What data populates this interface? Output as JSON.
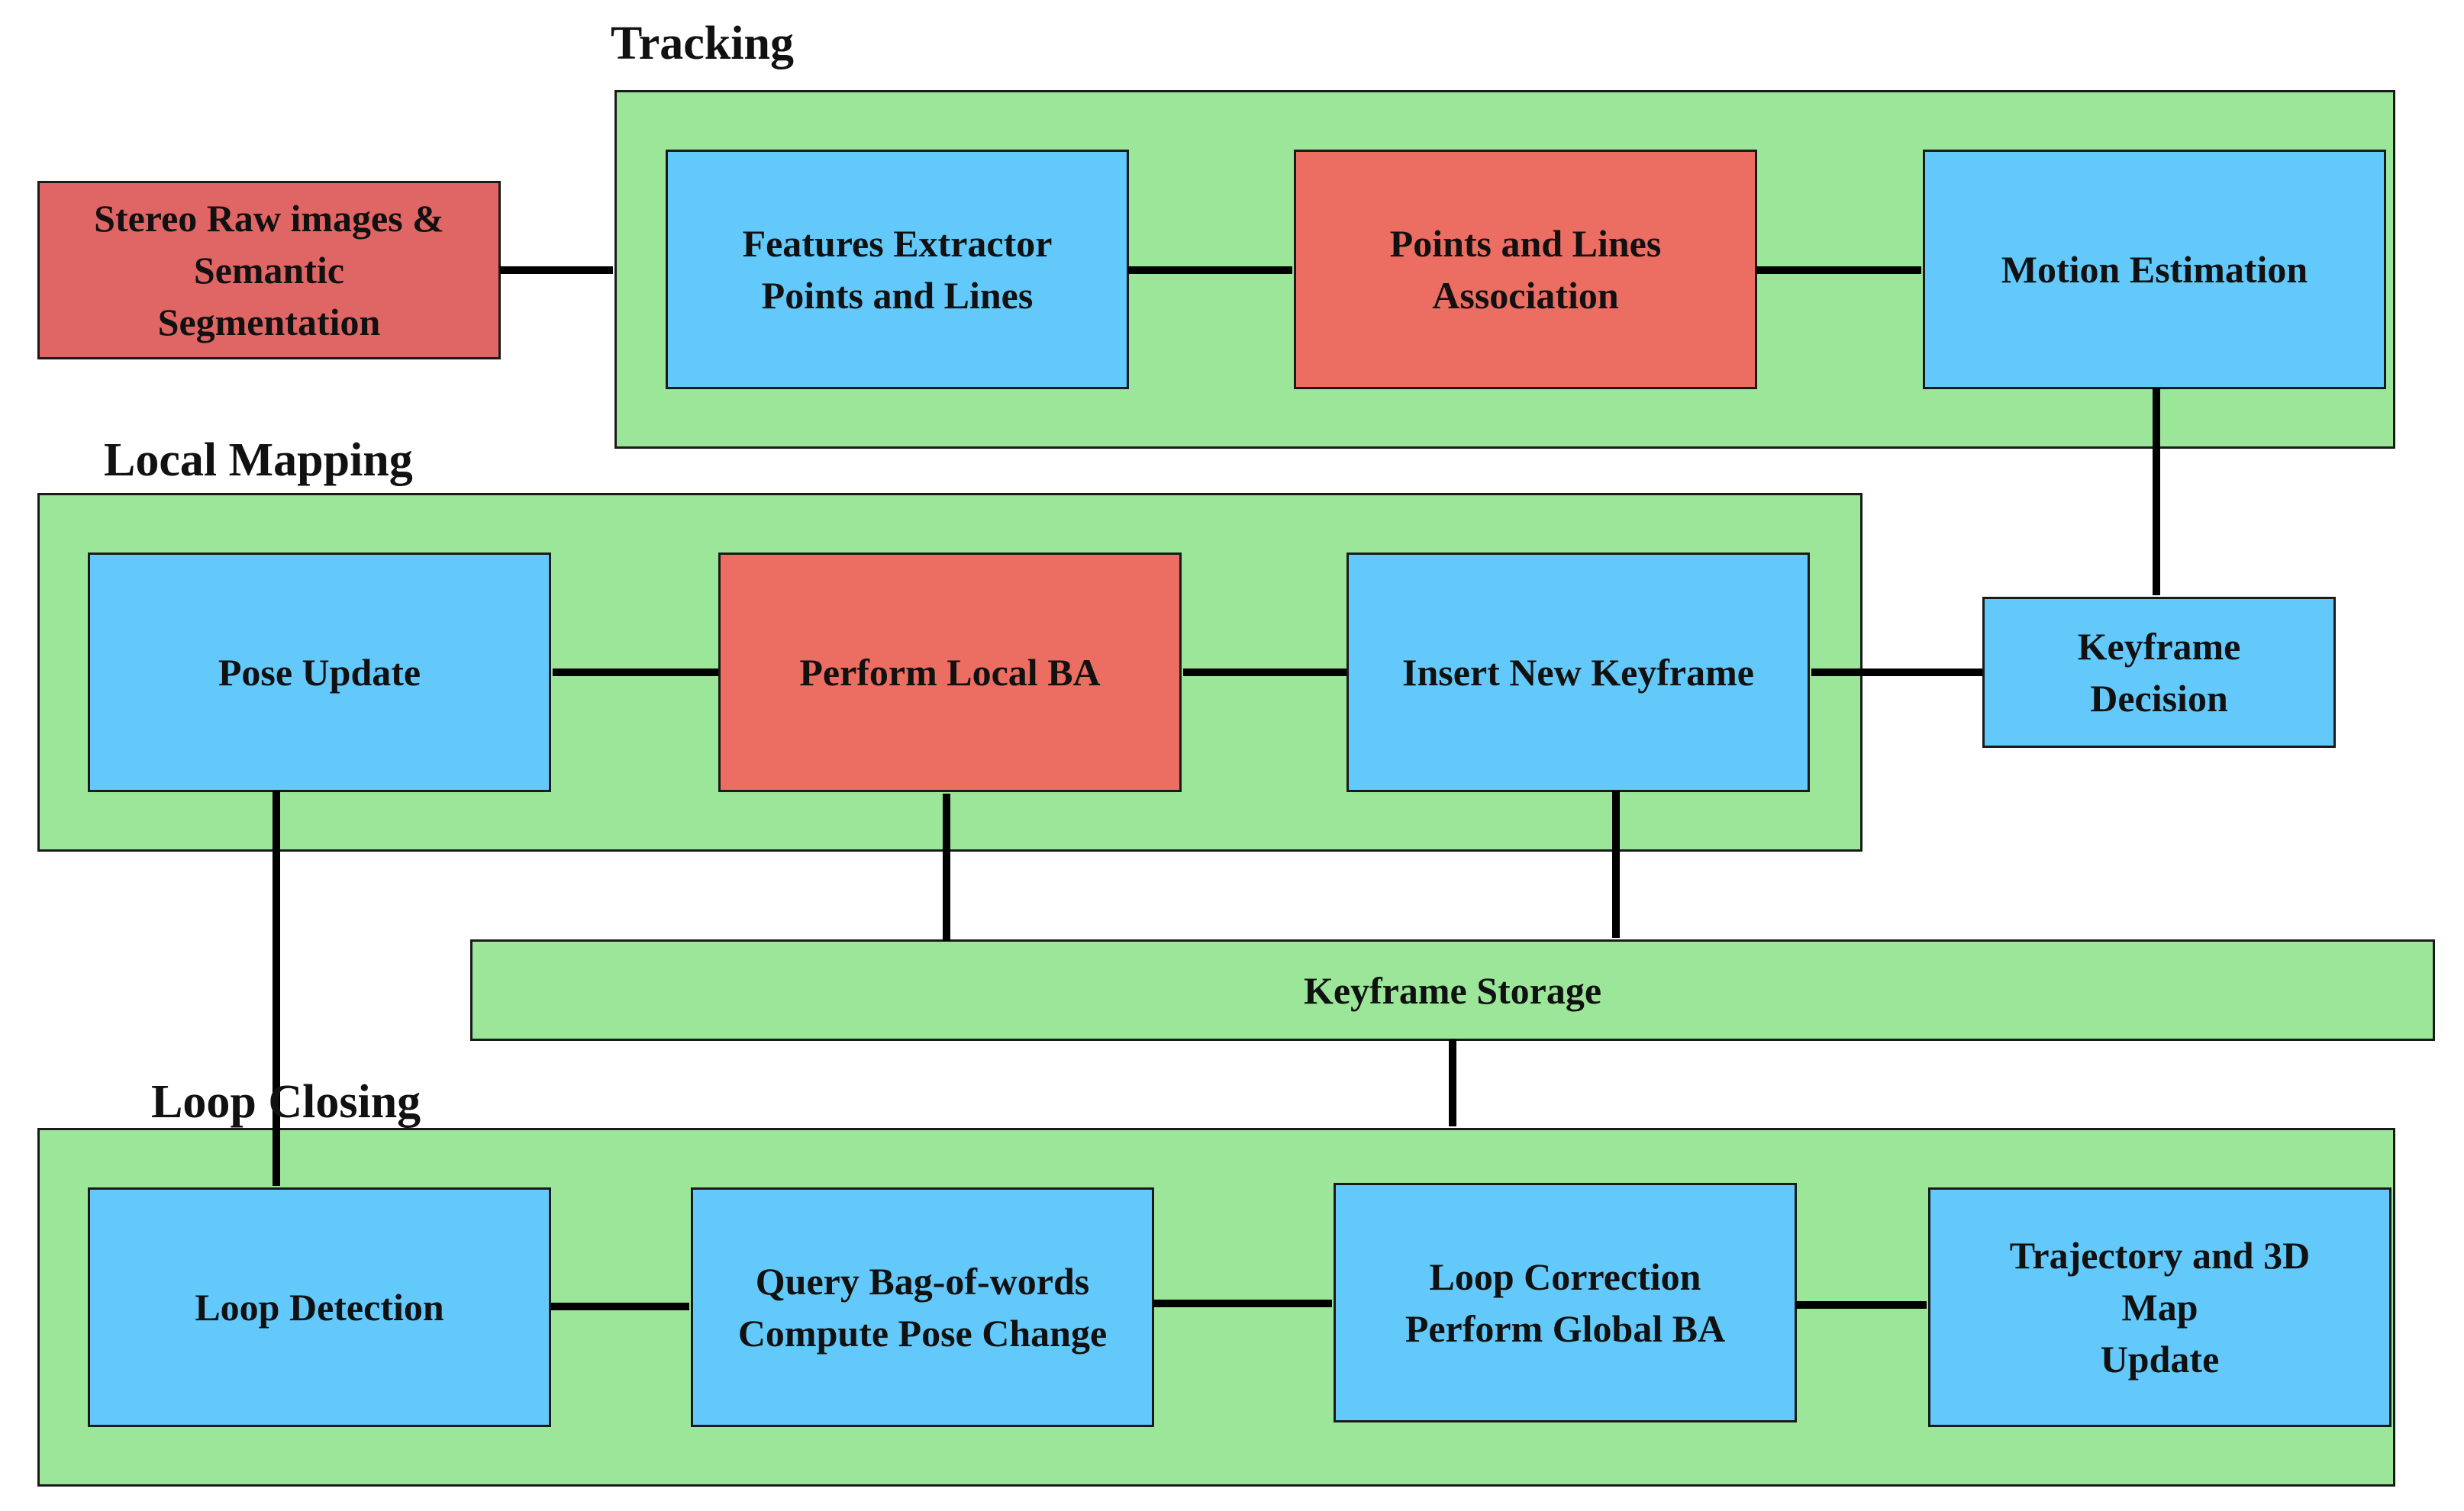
{
  "sections": {
    "tracking": "Tracking",
    "local_mapping": "Local Mapping",
    "loop_closing": "Loop Closing"
  },
  "boxes": {
    "stereo_input": "Stereo Raw images &\nSemantic\nSegmentation",
    "features_extractor": "Features Extractor\nPoints and Lines",
    "points_lines_association": "Points and Lines\nAssociation",
    "motion_estimation": "Motion Estimation",
    "keyframe_decision": "Keyframe\nDecision",
    "pose_update": "Pose  Update",
    "perform_local_ba": "Perform Local BA",
    "insert_new_keyframe": "Insert New Keyframe",
    "keyframe_storage": "Keyframe Storage",
    "loop_detection": "Loop Detection",
    "query_bow": "Query Bag-of-words\nCompute Pose Change",
    "loop_correction": "Loop Correction\nPerform Global  BA",
    "trajectory_update": "Trajectory and 3D\nMap\nUpdate"
  },
  "colors": {
    "region_green": "#9ce69a",
    "process_blue": "#63c9fb",
    "highlight_red": "#ec6d61",
    "input_red": "#e06565",
    "border": "#1a1a1a"
  }
}
